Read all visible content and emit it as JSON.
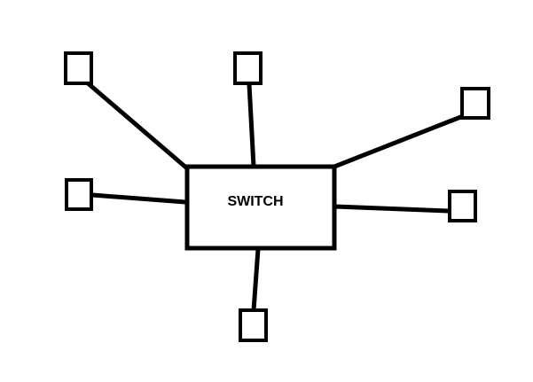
{
  "diagram": {
    "switch": {
      "label": "SWITCH"
    },
    "nodes": [
      {
        "id": "node-top-left",
        "label": ""
      },
      {
        "id": "node-top-center",
        "label": ""
      },
      {
        "id": "node-top-right",
        "label": ""
      },
      {
        "id": "node-left",
        "label": ""
      },
      {
        "id": "node-right",
        "label": ""
      },
      {
        "id": "node-bottom",
        "label": ""
      }
    ],
    "colors": {
      "stroke": "#000000",
      "background": "#ffffff"
    }
  }
}
